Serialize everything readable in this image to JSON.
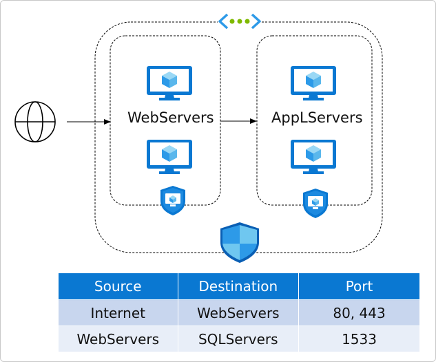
{
  "diagram": {
    "groups": [
      {
        "label": "WebServers"
      },
      {
        "label": "AppLServers"
      }
    ],
    "colors": {
      "vm_blue": "#0a78d2",
      "vm_cube": "#7dc9ee",
      "shield_dark": "#0a5fb4",
      "shield_light": "#6fc7f0",
      "vnet_dots": "#7fb900",
      "vnet_brackets": "#2d9ae8"
    },
    "icons": [
      "globe-icon",
      "virtual-network-icon",
      "virtual-machine-icon",
      "application-security-group-icon",
      "network-security-group-icon"
    ]
  },
  "rules_table": {
    "headers": [
      "Source",
      "Destination",
      "Port"
    ],
    "rows": [
      [
        "Internet",
        "WebServers",
        "80, 443"
      ],
      [
        "WebServers",
        "SQLServers",
        "1533"
      ]
    ]
  }
}
